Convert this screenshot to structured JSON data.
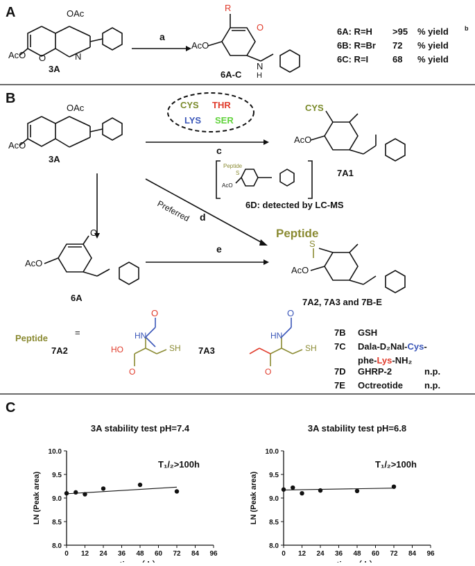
{
  "panels": {
    "a": "A",
    "b": "B",
    "c": "C"
  },
  "panelA": {
    "reactant_label": "3A",
    "reactant_oac": "OAc",
    "reactant_aco": "AcO",
    "reactant_o": "O",
    "reactant_n": "N",
    "arrow_label": "a",
    "product_r": "R",
    "product_o": "O",
    "product_aco": "AcO",
    "product_nh": "N",
    "product_h": "H",
    "product_label": "6A-C",
    "yields": [
      {
        "name": "6A: R=H",
        "value": ">95",
        "unit": "% yield",
        "note": "b"
      },
      {
        "name": "6B: R=Br",
        "value": "72",
        "unit": "% yield",
        "note": ""
      },
      {
        "name": "6C: R=I",
        "value": "68",
        "unit": "% yield",
        "note": ""
      }
    ]
  },
  "panelB": {
    "amino_acids": [
      {
        "name": "CYS",
        "color": "#7a8a2a"
      },
      {
        "name": "THR",
        "color": "#e03a2a"
      },
      {
        "name": "LYS",
        "color": "#3a56b8"
      },
      {
        "name": "SER",
        "color": "#5fd23a"
      }
    ],
    "reactant_label": "3A",
    "reactant_oac": "OAc",
    "reactant_aco": "AcO",
    "arrow_c": "c",
    "arrow_d": "d",
    "arrow_e": "e",
    "preferred": "Preferred",
    "product_7a1_substituent": "CYS",
    "product_7a1_label": "7A1",
    "intermediate_peptide": "Peptide",
    "intermediate_s": "S",
    "intermediate_aco": "AcO",
    "intermediate_label": "6D: detected by LC-MS",
    "enone_label": "6A",
    "enone_aco": "AcO",
    "product_peptide": "Peptide",
    "product_s": "S",
    "product_aco": "AcO",
    "product_label": "7A2, 7A3 and 7B-E",
    "peptide_word": "Peptide",
    "equals": "=",
    "label_7a2": "7A2",
    "label_7a3": "7A3",
    "ho": "HO",
    "sh": "SH",
    "nh": "HN",
    "peptide_list": [
      {
        "id": "7B",
        "name": "GSH",
        "note": ""
      },
      {
        "id": "7C",
        "name": "Dala-D₂Nal-",
        "name2": "Cys",
        "name3": "-",
        "note": ""
      },
      {
        "id": "",
        "name": "phe-",
        "name2": "Lys",
        "name3": "-NH₂",
        "note": ""
      },
      {
        "id": "7D",
        "name": "GHRP-2",
        "note": "n.p."
      },
      {
        "id": "7E",
        "name": "Octreotide",
        "note": "n.p."
      }
    ]
  },
  "colors": {
    "peptide_olive": "#8a8a32",
    "cys_blue": "#3a56b8",
    "lys_red": "#e03a2a",
    "oxygen_red": "#e03a2a",
    "nitrogen_blue": "#3a56b8",
    "sulfur_olive": "#9a9a2a"
  },
  "chart_data": [
    {
      "type": "scatter",
      "title": "3A stability test pH=7.4",
      "annotation": "T₁/₂>100h",
      "xlabel": "time（ h）",
      "ylabel": "LN (Peak area)",
      "xlim": [
        0,
        96
      ],
      "ylim": [
        8.0,
        10.0
      ],
      "x_ticks": [
        "0",
        "12",
        "24",
        "36",
        "48",
        "60",
        "72",
        "84",
        "96"
      ],
      "y_ticks": [
        "8.0",
        "8.5",
        "9.0",
        "9.5",
        "10.0"
      ],
      "x": [
        0,
        6,
        12,
        24,
        48,
        72
      ],
      "y": [
        9.1,
        9.12,
        9.08,
        9.2,
        9.28,
        9.14
      ],
      "trend": {
        "x": [
          0,
          72
        ],
        "y": [
          9.09,
          9.23
        ]
      }
    },
    {
      "type": "scatter",
      "title": "3A stability test pH=6.8",
      "annotation": "T₁/₂>100h",
      "xlabel": "time（ h）",
      "ylabel": "LN (Peak area)",
      "xlim": [
        0,
        96
      ],
      "ylim": [
        8.0,
        10.0
      ],
      "x_ticks": [
        "0",
        "12",
        "24",
        "36",
        "48",
        "60",
        "72",
        "84",
        "96"
      ],
      "y_ticks": [
        "8.0",
        "8.5",
        "9.0",
        "9.5",
        "10.0"
      ],
      "x": [
        0,
        6,
        12,
        24,
        48,
        72
      ],
      "y": [
        9.18,
        9.22,
        9.1,
        9.16,
        9.15,
        9.24
      ],
      "trend": {
        "x": [
          0,
          72
        ],
        "y": [
          9.17,
          9.21
        ]
      }
    }
  ]
}
